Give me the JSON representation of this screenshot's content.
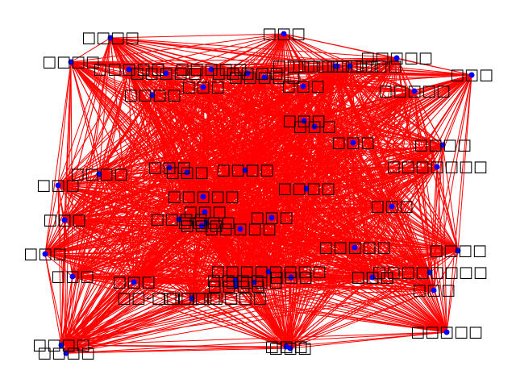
{
  "figure": {
    "edge_color": "#ff0000",
    "node_color": "#0000ff",
    "label_color": "#000000"
  },
  "nodes": [
    {
      "id": "n1",
      "label": "□□□□"
    },
    {
      "id": "n2",
      "label": "□□□"
    },
    {
      "id": "n3",
      "label": "□□□□"
    },
    {
      "id": "n4",
      "label": "□□□□□"
    },
    {
      "id": "n5",
      "label": "□□□□□□"
    },
    {
      "id": "n6",
      "label": "□□□□□"
    },
    {
      "id": "n7",
      "label": "□□□"
    },
    {
      "id": "n8",
      "label": "□□□□"
    },
    {
      "id": "n9",
      "label": "□□□□□"
    },
    {
      "id": "n10",
      "label": "□□□□□"
    },
    {
      "id": "n11",
      "label": "□□□□□"
    },
    {
      "id": "n12",
      "label": "□□□□□"
    },
    {
      "id": "n13",
      "label": "□□□"
    },
    {
      "id": "n14",
      "label": "□□□"
    },
    {
      "id": "n15",
      "label": "□□□□□"
    },
    {
      "id": "n16",
      "label": "□□□"
    },
    {
      "id": "n17",
      "label": "□□□"
    },
    {
      "id": "n18",
      "label": "□□□"
    },
    {
      "id": "n19",
      "label": "□□□□"
    },
    {
      "id": "n20",
      "label": "□□□"
    },
    {
      "id": "n21",
      "label": "□□□□"
    },
    {
      "id": "n22",
      "label": "□□□"
    },
    {
      "id": "n23",
      "label": "□□□"
    },
    {
      "id": "n24",
      "label": "□□□□"
    },
    {
      "id": "n25",
      "label": "□□□□□□□"
    },
    {
      "id": "n26",
      "label": "□□□□"
    },
    {
      "id": "n27",
      "label": "□□□□□"
    },
    {
      "id": "n28",
      "label": "□□□"
    },
    {
      "id": "n29",
      "label": "□□□"
    },
    {
      "id": "n30",
      "label": "□□□"
    },
    {
      "id": "n31",
      "label": "□□□"
    },
    {
      "id": "n32",
      "label": "□□□□"
    },
    {
      "id": "n33",
      "label": "□□□"
    },
    {
      "id": "n34",
      "label": "□□□□□"
    },
    {
      "id": "n35",
      "label": "□□□"
    },
    {
      "id": "n36",
      "label": "□□□□□"
    },
    {
      "id": "n37",
      "label": "□□□□"
    },
    {
      "id": "n38",
      "label": "□□□□□□□□"
    },
    {
      "id": "n39",
      "label": "□□□"
    },
    {
      "id": "n40",
      "label": "□□□"
    },
    {
      "id": "n41",
      "label": "□□□"
    },
    {
      "id": "n42",
      "label": "□□□"
    },
    {
      "id": "n43",
      "label": "□□□□"
    },
    {
      "id": "n44",
      "label": "□□□□"
    },
    {
      "id": "n45",
      "label": "□□□□□□□□"
    },
    {
      "id": "n46",
      "label": "□□□"
    },
    {
      "id": "n47",
      "label": "□□□□"
    },
    {
      "id": "n48",
      "label": "□□□"
    },
    {
      "id": "n49",
      "label": "□□□□"
    },
    {
      "id": "n50",
      "label": "□□□□"
    },
    {
      "id": "n51",
      "label": "□□□□□"
    },
    {
      "id": "n52",
      "label": "□□□"
    },
    {
      "id": "n53",
      "label": "□□□□□□□□□"
    },
    {
      "id": "n54",
      "label": "□□□□"
    },
    {
      "id": "n55",
      "label": "□□□□"
    },
    {
      "id": "n56",
      "label": "□□-□□□□□□□□"
    },
    {
      "id": "n57",
      "label": "□□□"
    },
    {
      "id": "n58",
      "label": "□□□"
    },
    {
      "id": "n59",
      "label": "□□□□"
    },
    {
      "id": "n60",
      "label": "□□□"
    }
  ],
  "edges": "complete"
}
